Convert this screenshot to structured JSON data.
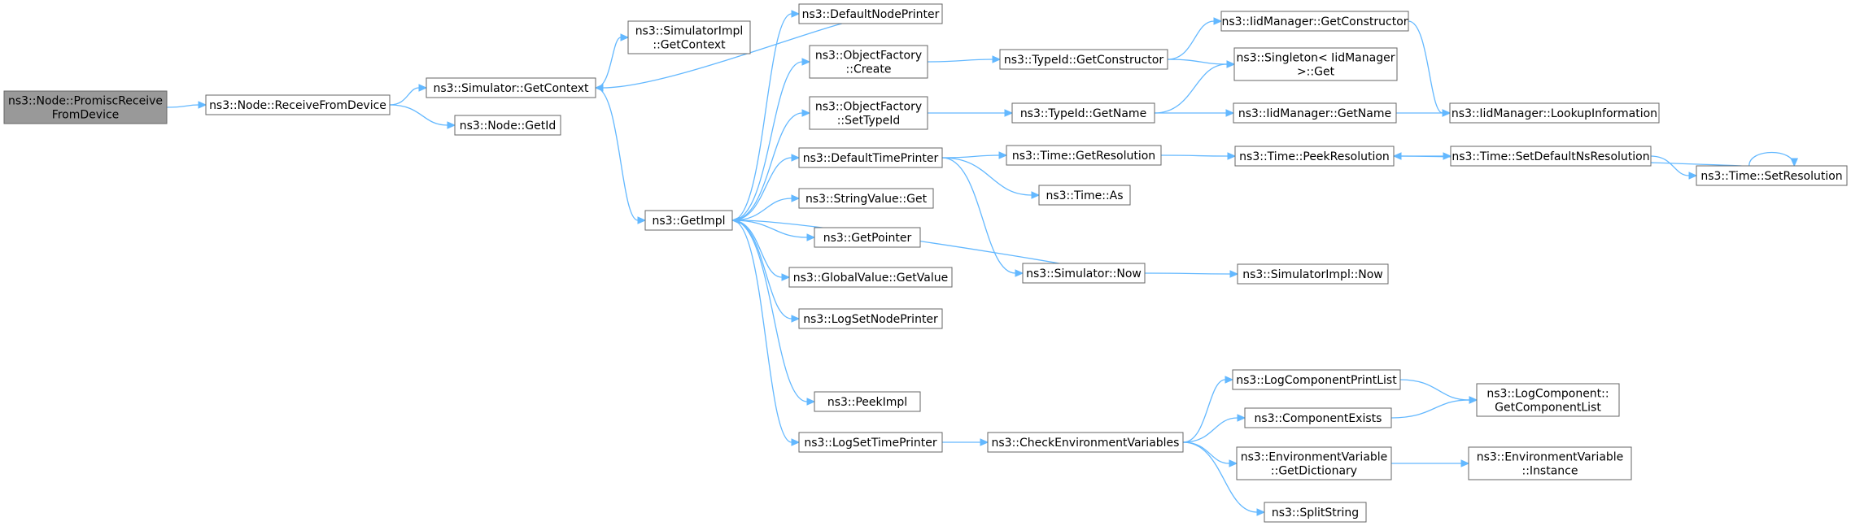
{
  "colors": {
    "edge": "#63b8ff",
    "node_border": "#666666",
    "root_fill": "#999999",
    "node_fill": "#ffffff"
  },
  "nodes": [
    {
      "id": "n0",
      "label": [
        "ns3::Node::PromiscReceive",
        "FromDevice"
      ],
      "root": true
    },
    {
      "id": "n1",
      "label": [
        "ns3::Node::ReceiveFromDevice"
      ]
    },
    {
      "id": "n2",
      "label": [
        "ns3::Simulator::GetContext"
      ]
    },
    {
      "id": "n3",
      "label": [
        "ns3::Node::GetId"
      ]
    },
    {
      "id": "n4",
      "label": [
        "ns3::SimulatorImpl",
        "::GetContext"
      ]
    },
    {
      "id": "n5",
      "label": [
        "ns3::GetImpl"
      ]
    },
    {
      "id": "n6",
      "label": [
        "ns3::DefaultNodePrinter"
      ]
    },
    {
      "id": "n7",
      "label": [
        "ns3::ObjectFactory",
        "::Create"
      ]
    },
    {
      "id": "n8",
      "label": [
        "ns3::ObjectFactory",
        "::SetTypeId"
      ]
    },
    {
      "id": "n9",
      "label": [
        "ns3::DefaultTimePrinter"
      ]
    },
    {
      "id": "n10",
      "label": [
        "ns3::StringValue::Get"
      ]
    },
    {
      "id": "n11",
      "label": [
        "ns3::GetPointer"
      ]
    },
    {
      "id": "n12",
      "label": [
        "ns3::GlobalValue::GetValue"
      ]
    },
    {
      "id": "n13",
      "label": [
        "ns3::LogSetNodePrinter"
      ]
    },
    {
      "id": "n14",
      "label": [
        "ns3::PeekImpl"
      ]
    },
    {
      "id": "n15",
      "label": [
        "ns3::LogSetTimePrinter"
      ]
    },
    {
      "id": "n16",
      "label": [
        "ns3::TypeId::GetConstructor"
      ]
    },
    {
      "id": "n17",
      "label": [
        "ns3::TypeId::GetName"
      ]
    },
    {
      "id": "n18",
      "label": [
        "ns3::Time::GetResolution"
      ]
    },
    {
      "id": "n19",
      "label": [
        "ns3::Time::As"
      ]
    },
    {
      "id": "n20",
      "label": [
        "ns3::Simulator::Now"
      ]
    },
    {
      "id": "n21",
      "label": [
        "ns3::CheckEnvironmentVariables"
      ]
    },
    {
      "id": "n22",
      "label": [
        "ns3::IidManager::GetConstructor"
      ]
    },
    {
      "id": "n23",
      "label": [
        "ns3::Singleton< IidManager",
        " >::Get"
      ]
    },
    {
      "id": "n24",
      "label": [
        "ns3::IidManager::GetName"
      ]
    },
    {
      "id": "n25",
      "label": [
        "ns3::Time::PeekResolution"
      ]
    },
    {
      "id": "n26",
      "label": [
        "ns3::SimulatorImpl::Now"
      ]
    },
    {
      "id": "n27",
      "label": [
        "ns3::LogComponentPrintList"
      ]
    },
    {
      "id": "n28",
      "label": [
        "ns3::ComponentExists"
      ]
    },
    {
      "id": "n29",
      "label": [
        "ns3::EnvironmentVariable",
        "::GetDictionary"
      ]
    },
    {
      "id": "n30",
      "label": [
        "ns3::SplitString"
      ]
    },
    {
      "id": "n31",
      "label": [
        "ns3::IidManager::LookupInformation"
      ]
    },
    {
      "id": "n32",
      "label": [
        "ns3::Time::SetDefaultNsResolution"
      ]
    },
    {
      "id": "n33",
      "label": [
        "ns3::Time::SetResolution"
      ]
    },
    {
      "id": "n34",
      "label": [
        "ns3::LogComponent::",
        "GetComponentList"
      ]
    },
    {
      "id": "n35",
      "label": [
        "ns3::EnvironmentVariable",
        "::Instance"
      ]
    }
  ],
  "edges": [
    [
      "n0",
      "n1"
    ],
    [
      "n1",
      "n2"
    ],
    [
      "n1",
      "n3"
    ],
    [
      "n2",
      "n4"
    ],
    [
      "n2",
      "n5"
    ],
    [
      "n5",
      "n6"
    ],
    [
      "n6",
      "n2"
    ],
    [
      "n5",
      "n7"
    ],
    [
      "n5",
      "n8"
    ],
    [
      "n5",
      "n9"
    ],
    [
      "n5",
      "n10"
    ],
    [
      "n5",
      "n11"
    ],
    [
      "n5",
      "n12"
    ],
    [
      "n5",
      "n13"
    ],
    [
      "n5",
      "n14"
    ],
    [
      "n5",
      "n15"
    ],
    [
      "n20",
      "n5"
    ],
    [
      "n7",
      "n16"
    ],
    [
      "n8",
      "n17"
    ],
    [
      "n9",
      "n18"
    ],
    [
      "n9",
      "n19"
    ],
    [
      "n9",
      "n20"
    ],
    [
      "n15",
      "n21"
    ],
    [
      "n16",
      "n22"
    ],
    [
      "n16",
      "n23"
    ],
    [
      "n17",
      "n23"
    ],
    [
      "n17",
      "n24"
    ],
    [
      "n22",
      "n31"
    ],
    [
      "n24",
      "n31"
    ],
    [
      "n18",
      "n25"
    ],
    [
      "n25",
      "n32"
    ],
    [
      "n32",
      "n33"
    ],
    [
      "n33",
      "n25"
    ],
    [
      "n33",
      "n33"
    ],
    [
      "n20",
      "n26"
    ],
    [
      "n21",
      "n27"
    ],
    [
      "n21",
      "n28"
    ],
    [
      "n21",
      "n29"
    ],
    [
      "n21",
      "n30"
    ],
    [
      "n27",
      "n34"
    ],
    [
      "n28",
      "n34"
    ],
    [
      "n29",
      "n35"
    ]
  ]
}
